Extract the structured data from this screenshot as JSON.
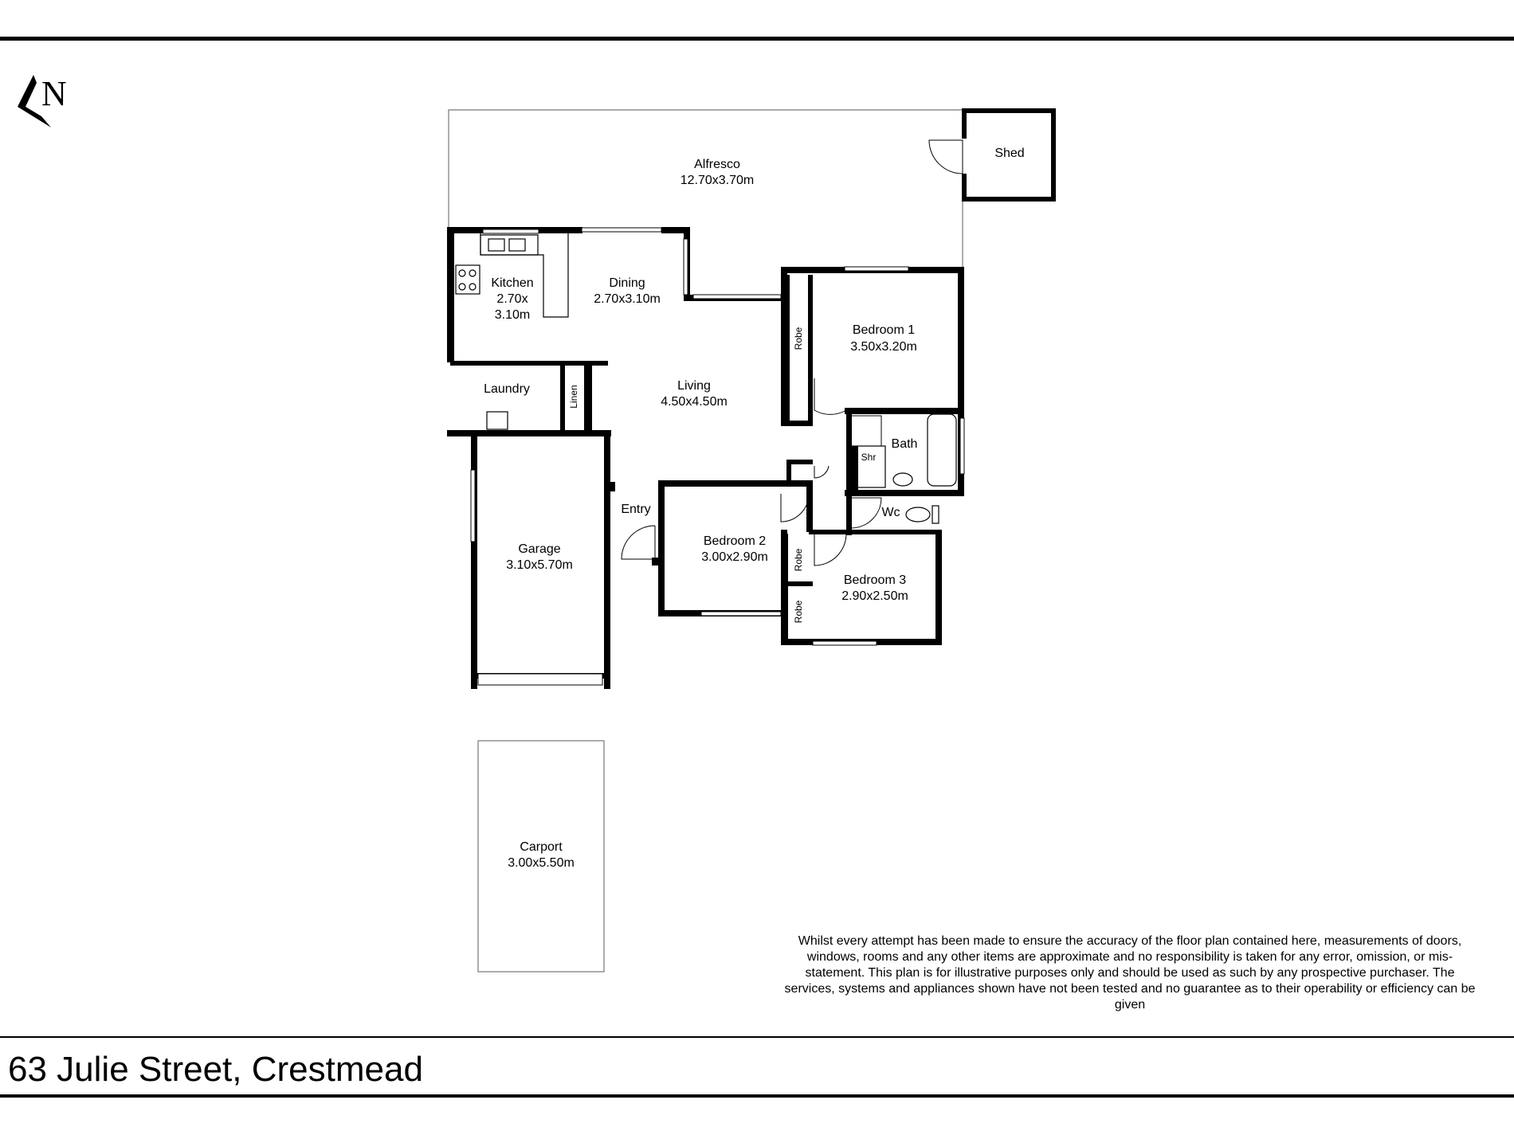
{
  "rooms": {
    "alfresco": {
      "name": "Alfresco",
      "dims": "12.70x3.70m"
    },
    "shed": {
      "name": "Shed"
    },
    "kitchen": {
      "name": "Kitchen",
      "dims_line1": "2.70x",
      "dims_line2": "3.10m"
    },
    "dining": {
      "name": "Dining",
      "dims": "2.70x3.10m"
    },
    "bedroom1": {
      "name": "Bedroom 1",
      "dims": "3.50x3.20m"
    },
    "laundry": {
      "name": "Laundry"
    },
    "linen": {
      "name": "Linen"
    },
    "living": {
      "name": "Living",
      "dims": "4.50x4.50m"
    },
    "bath": {
      "name": "Bath"
    },
    "shower": {
      "name": "Shr"
    },
    "wc": {
      "name": "Wc"
    },
    "entry": {
      "name": "Entry"
    },
    "garage": {
      "name": "Garage",
      "dims": "3.10x5.70m"
    },
    "bedroom2": {
      "name": "Bedroom 2",
      "dims": "3.00x2.90m"
    },
    "bedroom3": {
      "name": "Bedroom 3",
      "dims": "2.90x2.50m"
    },
    "robe1": {
      "name": "Robe"
    },
    "robe2": {
      "name": "Robe"
    },
    "robe3": {
      "name": "Robe"
    },
    "carport": {
      "name": "Carport",
      "dims": "3.00x5.50m"
    }
  },
  "compass": {
    "letter": "N"
  },
  "disclaimer": "Whilst every attempt has been made to ensure the accuracy of the floor plan contained here, measurements of doors, windows, rooms and any other items are approximate and no responsibility is taken for any error, omission, or mis-statement. This plan is for illustrative purposes only and should be used as such by any prospective purchaser. The services, systems and appliances shown have not been tested and no guarantee as to their operability or efficiency can be given",
  "address": "63 Julie Street, Crestmead"
}
